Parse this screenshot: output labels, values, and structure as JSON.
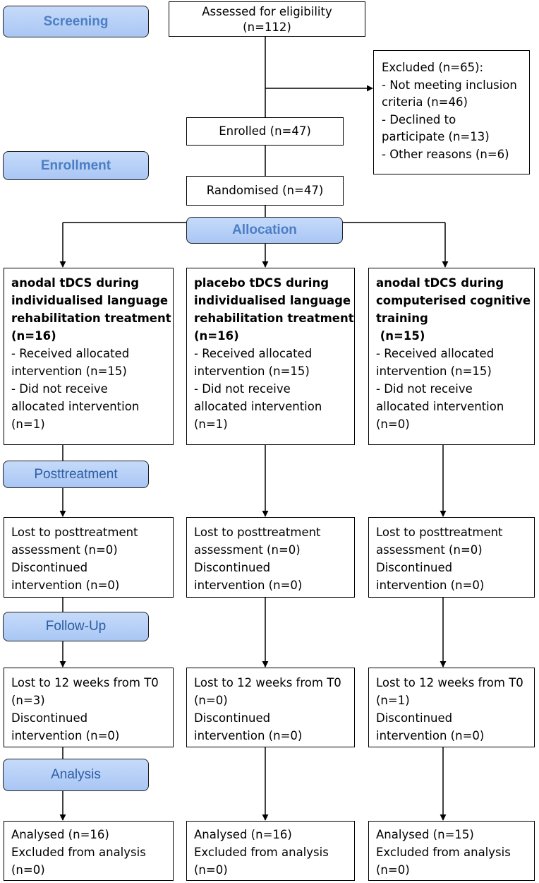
{
  "stages": {
    "screening": "Screening",
    "enrollment": "Enrollment",
    "allocation": "Allocation",
    "posttreatment": "Posttreatment",
    "followup": "Follow-Up",
    "analysis": "Analysis"
  },
  "assessed": [
    "Assessed for eligibility",
    "(n=112)"
  ],
  "excluded": [
    "Excluded (n=65):",
    "- Not meeting inclusion",
    "criteria (n=46)",
    "- Declined to",
    "participate (n=13)",
    "- Other reasons (n=6)"
  ],
  "enrolled": "Enrolled (n=47)",
  "randomised": "Randomised (n=47)",
  "arms": [
    {
      "title": [
        "anodal tDCS during",
        "individualised language",
        "rehabilitation treatment",
        "(n=16)"
      ],
      "allocation": [
        "- Received allocated",
        "intervention (n=15)",
        "- Did not receive",
        "allocated intervention",
        "(n=1)"
      ],
      "posttreatment": [
        "Lost to posttreatment",
        "assessment (n=0)",
        "Discontinued",
        "intervention (n=0)"
      ],
      "followup": [
        "Lost to 12 weeks from T0",
        "(n=3)",
        "Discontinued",
        "intervention (n=0)"
      ],
      "analysis": [
        "Analysed (n=16)",
        "Excluded from analysis",
        "(n=0)"
      ]
    },
    {
      "title": [
        "placebo tDCS during",
        "individualised language",
        "rehabilitation treatment",
        "(n=16)"
      ],
      "allocation": [
        "- Received allocated",
        "intervention (n=15)",
        "- Did not receive",
        "allocated intervention",
        "(n=1)"
      ],
      "posttreatment": [
        "Lost to posttreatment",
        "assessment (n=0)",
        "Discontinued",
        "intervention (n=0)"
      ],
      "followup": [
        "Lost to 12 weeks from T0",
        "(n=0)",
        "Discontinued",
        "intervention (n=0)"
      ],
      "analysis": [
        "Analysed (n=16)",
        "Excluded from analysis",
        "(n=0)"
      ]
    },
    {
      "title": [
        "anodal tDCS during",
        "computerised cognitive",
        "training",
        " (n=15)"
      ],
      "allocation": [
        "- Received allocated",
        "intervention (n=15)",
        "- Did not receive",
        "allocated intervention",
        "(n=0)"
      ],
      "posttreatment": [
        "Lost to posttreatment",
        "assessment (n=0)",
        "Discontinued",
        "intervention (n=0)"
      ],
      "followup": [
        "Lost to 12 weeks from T0",
        "(n=1)",
        "Discontinued",
        "intervention (n=0)"
      ],
      "analysis": [
        "Analysed (n=15)",
        "Excluded from analysis",
        "(n=0)"
      ]
    }
  ]
}
